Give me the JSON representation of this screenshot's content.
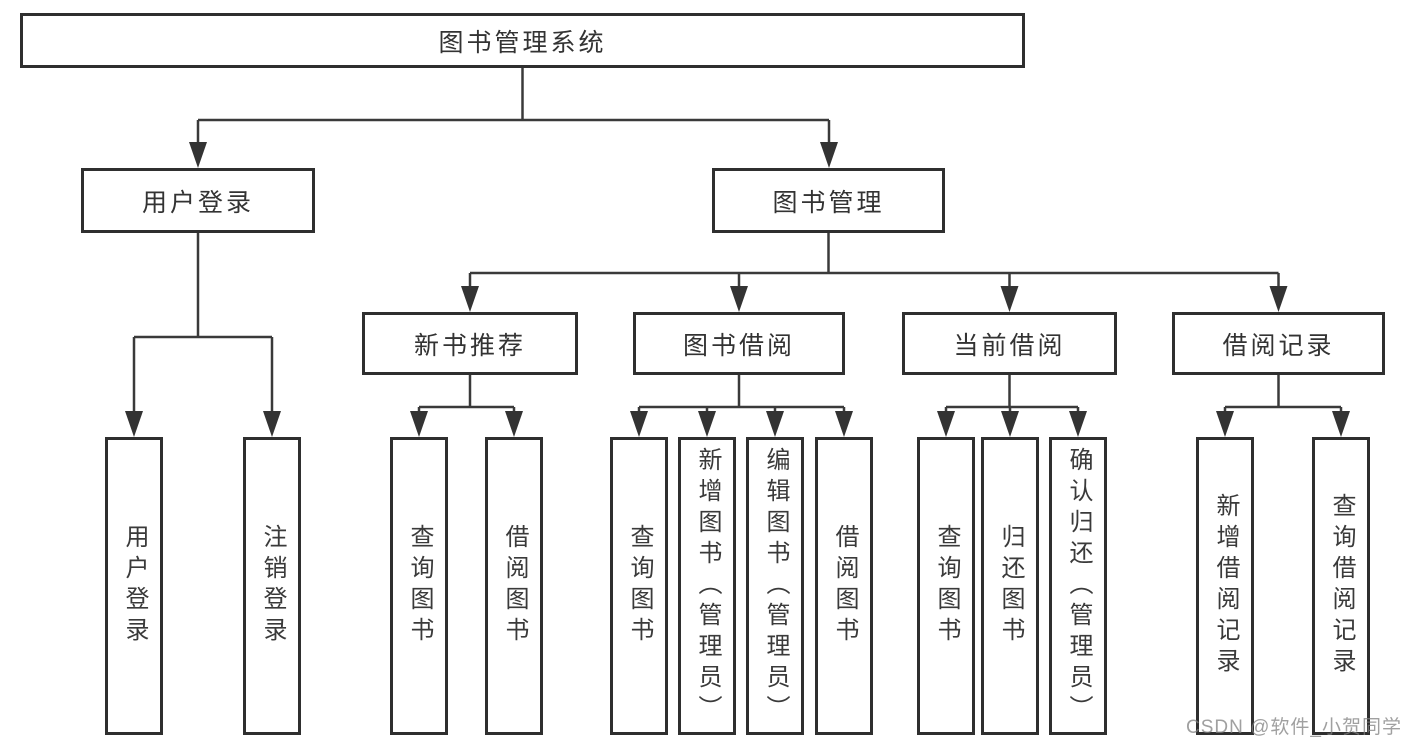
{
  "diagram": {
    "type": "hierarchy-tree",
    "tree": {
      "label": "图书管理系统",
      "children": [
        {
          "label": "用户登录",
          "children": [
            {
              "label": "用户登录"
            },
            {
              "label": "注销登录"
            }
          ]
        },
        {
          "label": "图书管理",
          "children": [
            {
              "label": "新书推荐",
              "children": [
                {
                  "label": "查询图书"
                },
                {
                  "label": "借阅图书"
                }
              ]
            },
            {
              "label": "图书借阅",
              "children": [
                {
                  "label": "查询图书"
                },
                {
                  "label": "新增图书（管理员）"
                },
                {
                  "label": "编辑图书（管理员）"
                },
                {
                  "label": "借阅图书"
                }
              ]
            },
            {
              "label": "当前借阅",
              "children": [
                {
                  "label": "查询图书"
                },
                {
                  "label": "归还图书"
                },
                {
                  "label": "确认归还（管理员）"
                }
              ]
            },
            {
              "label": "借阅记录",
              "children": [
                {
                  "label": "新增借阅记录"
                },
                {
                  "label": "查询借阅记录"
                }
              ]
            }
          ]
        }
      ]
    },
    "watermark": "CSDN @软件_小贺同学",
    "colors": {
      "line": "#3a3a3a",
      "border": "#2f2f2f",
      "text": "#333333",
      "background": "#ffffff"
    }
  }
}
